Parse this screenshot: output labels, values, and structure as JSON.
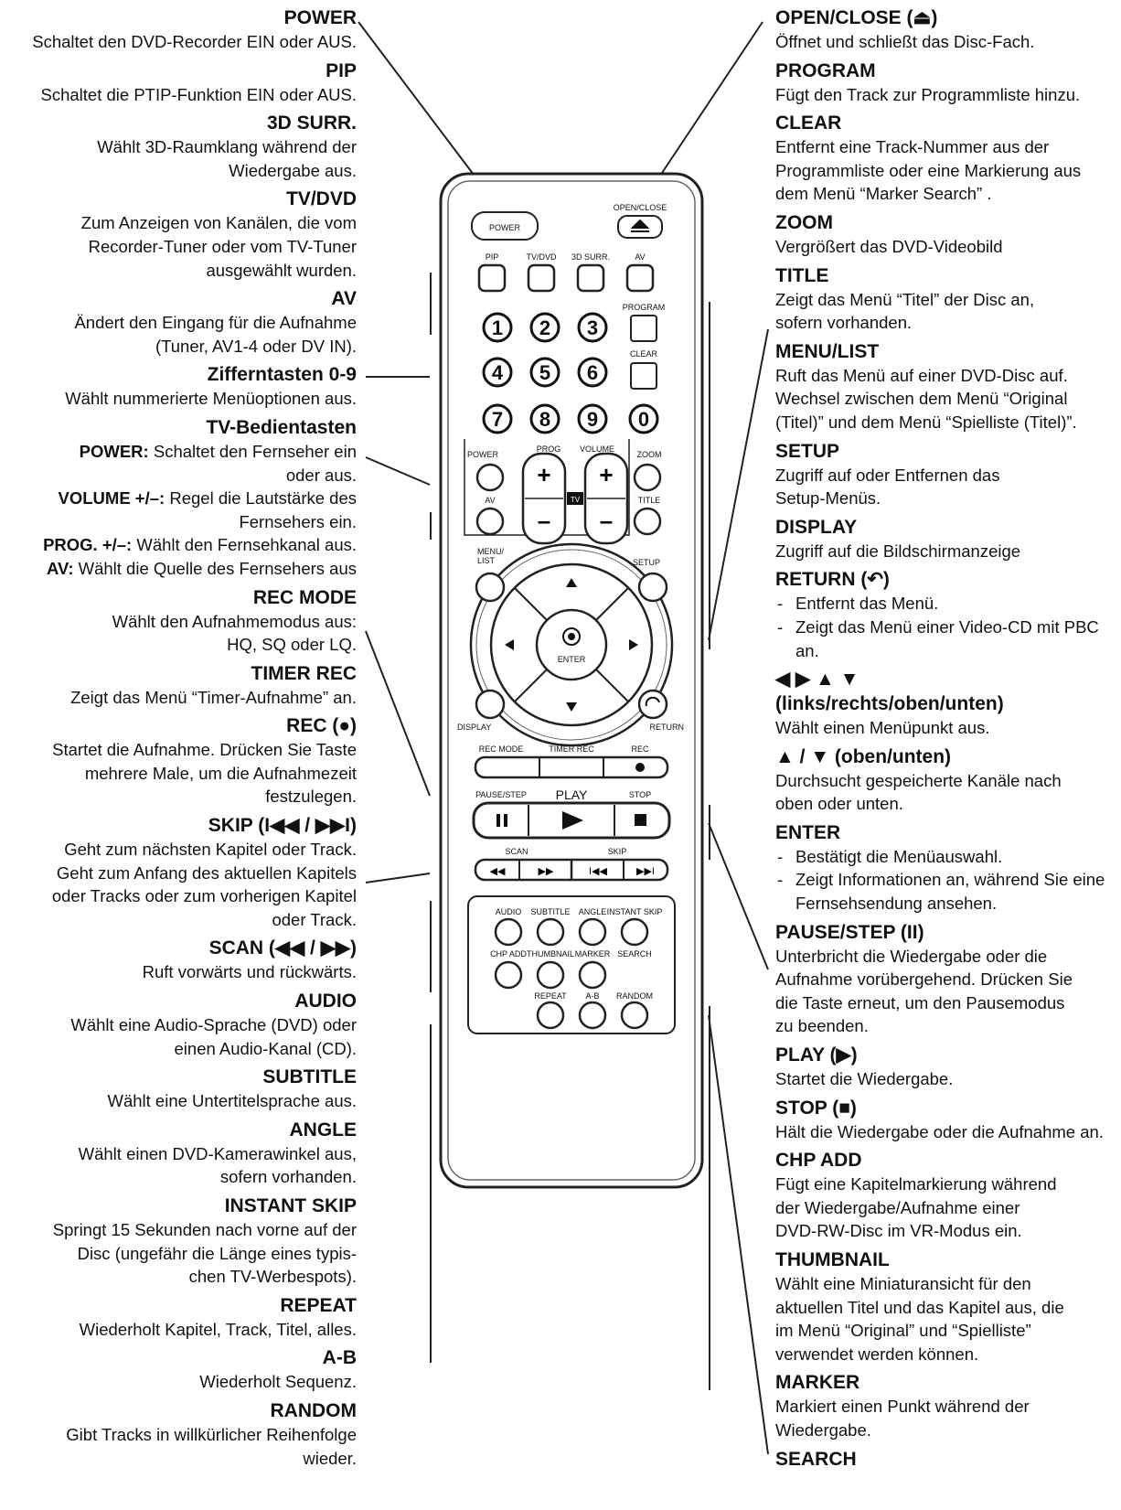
{
  "left": [
    {
      "title": "POWER",
      "lines": [
        "Schaltet den DVD-Recorder EIN oder AUS."
      ]
    },
    {
      "title": "PIP",
      "lines": [
        "Schaltet die PTIP-Funktion EIN oder AUS."
      ]
    },
    {
      "title": "3D SURR.",
      "lines": [
        "Wählt 3D-Raumklang während der",
        "Wiedergabe aus."
      ]
    },
    {
      "title": "TV/DVD",
      "lines": [
        "Zum Anzeigen von Kanälen, die vom",
        "Recorder-Tuner oder vom TV-Tuner",
        "ausgewählt wurden."
      ]
    },
    {
      "title": "AV",
      "lines": [
        "Ändert den Eingang für die Aufnahme",
        "(Tuner, AV1-4 oder DV IN)."
      ]
    },
    {
      "title": "Zifferntasten 0-9",
      "lines": [
        "Wählt nummerierte Menüoptionen aus."
      ]
    },
    {
      "title": "TV-Bedientasten",
      "inline": [
        {
          "b": "POWER:",
          "t": " Schaltet den Fernseher ein"
        },
        {
          "b": "",
          "t": "oder aus."
        },
        {
          "b": "VOLUME +/–:",
          "t": " Regel die Lautstärke des"
        },
        {
          "b": "",
          "t": "Fernsehers ein."
        },
        {
          "b": "PROG. +/–:",
          "t": " Wählt den Fernsehkanal aus."
        },
        {
          "b": "AV:",
          "t": " Wählt die Quelle des Fernsehers aus"
        }
      ]
    },
    {
      "title": "REC MODE",
      "lines": [
        "Wählt den Aufnahmemodus aus:",
        "HQ, SQ oder LQ."
      ]
    },
    {
      "title": "TIMER REC",
      "lines": [
        "Zeigt das Menü “Timer-Aufnahme” an."
      ]
    },
    {
      "title": "REC (●)",
      "lines": [
        "Startet die Aufnahme. Drücken Sie Taste",
        "mehrere Male, um die Aufnahmezeit",
        "festzulegen."
      ]
    },
    {
      "title": "SKIP (I◀◀ / ▶▶I)",
      "lines": [
        "Geht zum nächsten Kapitel oder Track.",
        "Geht zum Anfang des aktuellen Kapitels",
        "oder Tracks oder zum vorherigen Kapitel",
        "oder Track."
      ]
    },
    {
      "title": "SCAN (◀◀ / ▶▶)",
      "lines": [
        "Ruft vorwärts und rückwärts."
      ]
    },
    {
      "title": "AUDIO",
      "lines": [
        "Wählt eine Audio-Sprache (DVD) oder",
        "einen Audio-Kanal (CD)."
      ]
    },
    {
      "title": "SUBTITLE",
      "lines": [
        "Wählt eine Untertitelsprache aus."
      ]
    },
    {
      "title": "ANGLE",
      "lines": [
        "Wählt einen DVD-Kamerawinkel aus,",
        "sofern vorhanden."
      ]
    },
    {
      "title": "INSTANT SKIP",
      "lines": [
        "Springt 15 Sekunden nach vorne auf der",
        "Disc (ungefähr die Länge eines typis-",
        "chen TV-Werbespots)."
      ]
    },
    {
      "title": "REPEAT",
      "lines": [
        "Wiederholt Kapitel, Track, Titel, alles."
      ]
    },
    {
      "title": "A-B",
      "lines": [
        "Wiederholt Sequenz."
      ]
    },
    {
      "title": "RANDOM",
      "lines": [
        "Gibt Tracks in willkürlicher Reihenfolge",
        "wieder."
      ]
    }
  ],
  "right": [
    {
      "title": "OPEN/CLOSE (⏏)",
      "lines": [
        "Öffnet und schließt das Disc-Fach."
      ]
    },
    {
      "title": "PROGRAM",
      "lines": [
        "Fügt den Track zur Programmliste hinzu."
      ]
    },
    {
      "title": "CLEAR",
      "lines": [
        "Entfernt eine Track-Nummer aus der",
        "Programmliste oder eine Markierung aus",
        "dem Menü “Marker Search” ."
      ]
    },
    {
      "title": "ZOOM",
      "lines": [
        "Vergrößert das DVD-Videobild"
      ]
    },
    {
      "title": "TITLE",
      "lines": [
        "Zeigt das Menü “Titel” der Disc an,",
        "sofern vorhanden."
      ]
    },
    {
      "title": "MENU/LIST",
      "lines": [
        "Ruft das Menü auf einer DVD-Disc auf.",
        "Wechsel zwischen dem Menü “Original",
        "(Titel)” und dem Menü “Spielliste (Titel)”."
      ]
    },
    {
      "title": "SETUP",
      "lines": [
        "Zugriff auf oder Entfernen das",
        "Setup-Menüs."
      ]
    },
    {
      "title": "DISPLAY",
      "lines": [
        "Zugriff auf die Bildschirmanzeige"
      ]
    },
    {
      "title": "RETURN (↶)",
      "bullets": [
        "Entfernt das Menü.",
        "Zeigt das Menü einer Video-CD mit PBC an."
      ]
    },
    {
      "title": "◀ ▶ ▲ ▼\n(links/rechts/oben/unten)",
      "lines": [
        "Wählt einen Menüpunkt aus."
      ]
    },
    {
      "title": "▲ / ▼ (oben/unten)",
      "lines": [
        "Durchsucht gespeicherte Kanäle nach",
        "oben oder unten."
      ]
    },
    {
      "title": "ENTER",
      "bullets": [
        "Bestätigt die Menüauswahl.",
        "Zeigt Informationen an, während Sie eine Fernsehsendung ansehen."
      ]
    },
    {
      "title": "PAUSE/STEP (II)",
      "lines": [
        "Unterbricht die Wiedergabe oder die",
        "Aufnahme vorübergehend. Drücken Sie",
        "die Taste erneut, um den Pausemodus",
        "zu beenden."
      ]
    },
    {
      "title": "PLAY (▶)",
      "lines": [
        "Startet die Wiedergabe."
      ]
    },
    {
      "title": "STOP (■)",
      "lines": [
        "Hält die Wiedergabe oder die Aufnahme an."
      ]
    },
    {
      "title": "CHP ADD",
      "lines": [
        "Fügt eine Kapitelmarkierung während",
        "der Wiedergabe/Aufnahme einer",
        "DVD-RW-Disc im VR-Modus ein."
      ]
    },
    {
      "title": "THUMBNAIL",
      "lines": [
        "Wählt eine Miniaturansicht für den",
        "aktuellen Titel und das Kapitel aus, die",
        "im Menü “Original” und “Spielliste”",
        "verwendet werden können."
      ]
    },
    {
      "title": "MARKER",
      "lines": [
        "Markiert einen Punkt während der",
        "Wiedergabe."
      ]
    },
    {
      "title": "SEARCH",
      "lines": []
    }
  ],
  "remote": {
    "power": "POWER",
    "open_close": "OPEN/CLOSE",
    "row1": [
      "PIP",
      "TV/DVD",
      "3D SURR.",
      "AV"
    ],
    "program": "PROGRAM",
    "clear": "CLEAR",
    "digits": [
      "1",
      "2",
      "3",
      "4",
      "5",
      "6",
      "7",
      "8",
      "9",
      "0"
    ],
    "tv_power": "POWER",
    "prog": "PROG",
    "volume": "VOLUME",
    "tv_av": "AV",
    "tv_badge": "TV",
    "zoom": "ZOOM",
    "title": "TITLE",
    "menu_list": "MENU/\nLIST",
    "setup": "SETUP",
    "enter": "ENTER",
    "display": "DISPLAY",
    "return": "RETURN",
    "rec_mode": "REC MODE",
    "timer_rec": "TIMER REC",
    "rec": "REC",
    "pause_step": "PAUSE/STEP",
    "play": "PLAY",
    "stop": "STOP",
    "scan": "SCAN",
    "skip": "SKIP",
    "func_row1": [
      "AUDIO",
      "SUBTITLE",
      "ANGLE",
      "INSTANT SKIP"
    ],
    "func_row2": [
      "CHP ADD",
      "THUMBNAIL",
      "MARKER",
      "SEARCH"
    ],
    "func_row3": [
      "REPEAT",
      "A-B",
      "RANDOM"
    ]
  }
}
